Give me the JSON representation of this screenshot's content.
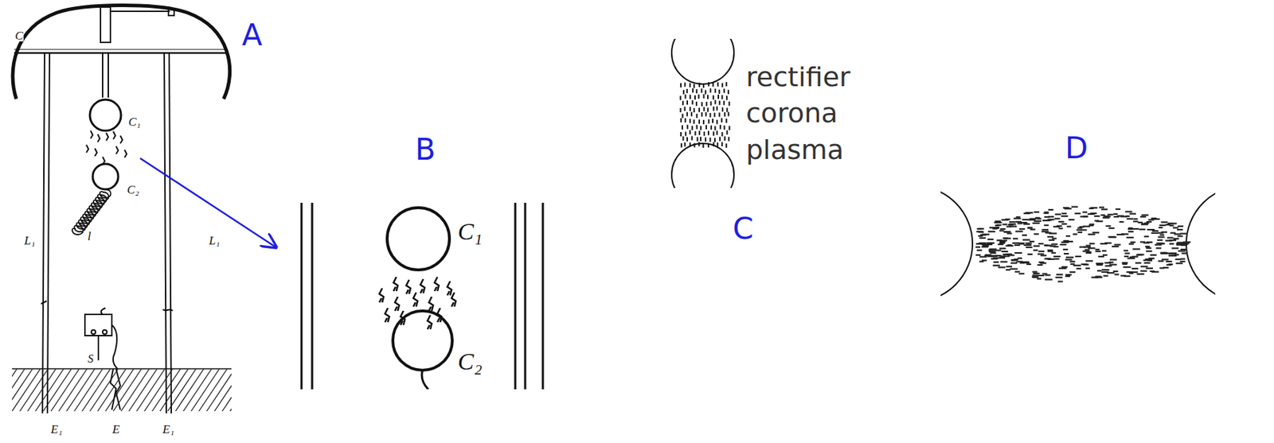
{
  "diagram": {
    "labels": [
      "A",
      "C",
      "C₁",
      "C₂",
      "L₁",
      "l",
      "L₁",
      "S",
      "E₁",
      "E",
      "E₁",
      "B",
      "C₁",
      "C₂",
      "rectifier corona plasma",
      "C",
      "D"
    ]
  }
}
